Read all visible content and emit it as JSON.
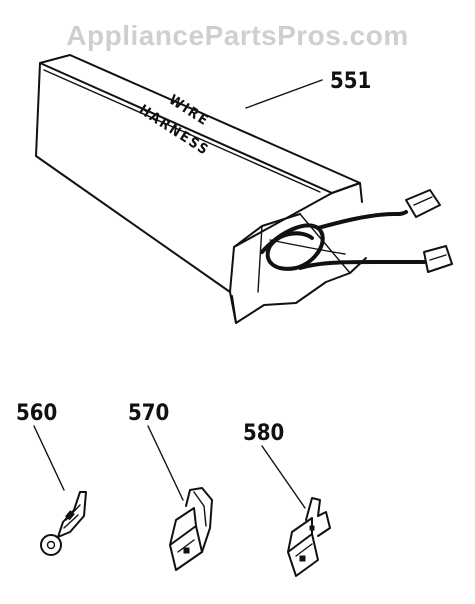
{
  "watermark": "AppliancePartsPros.com",
  "box": {
    "label_line1": "WIRE",
    "label_line2": "HARNESS"
  },
  "parts": [
    {
      "callout": "551",
      "name": "wire harness"
    },
    {
      "callout": "560",
      "name": "ring terminal"
    },
    {
      "callout": "570",
      "name": "flag terminal"
    },
    {
      "callout": "580",
      "name": "female spade terminal"
    }
  ]
}
